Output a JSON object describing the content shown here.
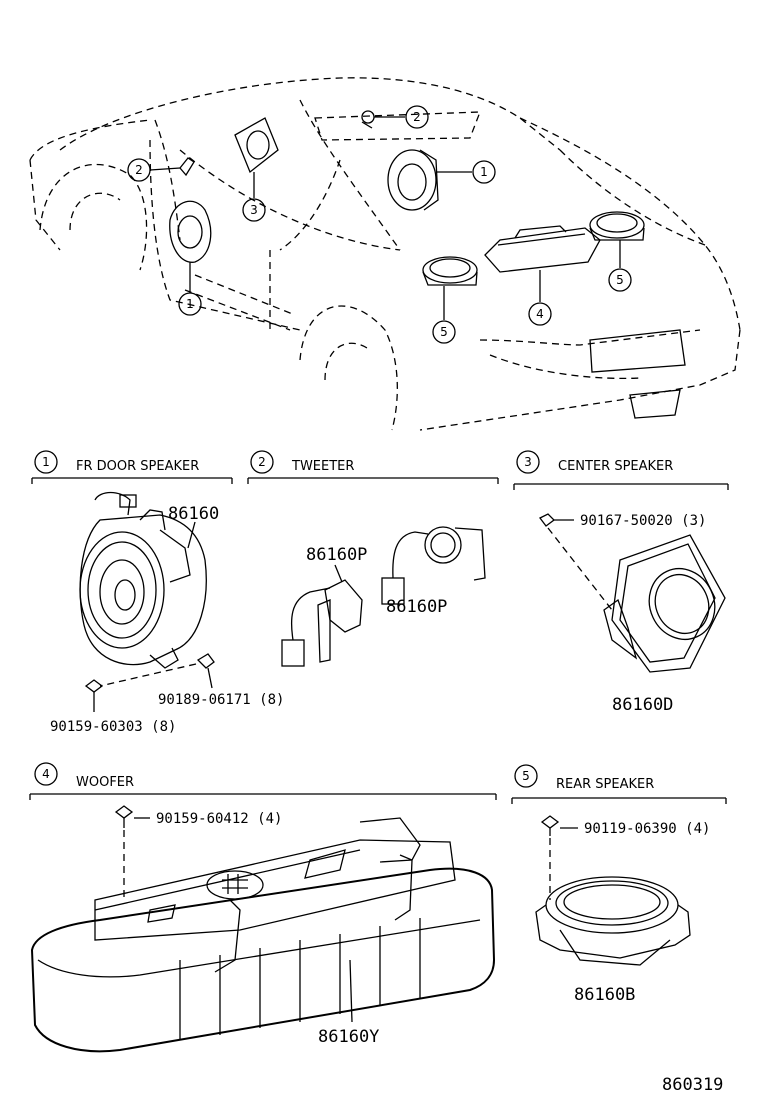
{
  "callouts": {
    "c1": "1",
    "c2": "2",
    "c3": "3",
    "c4": "4",
    "c5": "5"
  },
  "sections": {
    "fr_door": {
      "num": "1",
      "title": "FR DOOR SPEAKER"
    },
    "tweeter": {
      "num": "2",
      "title": "TWEETER"
    },
    "center": {
      "num": "3",
      "title": "CENTER SPEAKER"
    },
    "woofer": {
      "num": "4",
      "title": "WOOFER"
    },
    "rear": {
      "num": "5",
      "title": "REAR SPEAKER"
    }
  },
  "parts": {
    "fr_speaker": "86160",
    "fr_screw_a": "90189-06171 (8)",
    "fr_screw_b": "90159-60303 (8)",
    "tweeter_a": "86160P",
    "tweeter_b": "86160P",
    "center_screw": "90167-50020 (3)",
    "center_speaker": "86160D",
    "woofer_screw": "90159-60412 (4)",
    "woofer": "86160Y",
    "rear_screw": "90119-06390 (4)",
    "rear_speaker": "86160B"
  },
  "diagram_code": "860319"
}
